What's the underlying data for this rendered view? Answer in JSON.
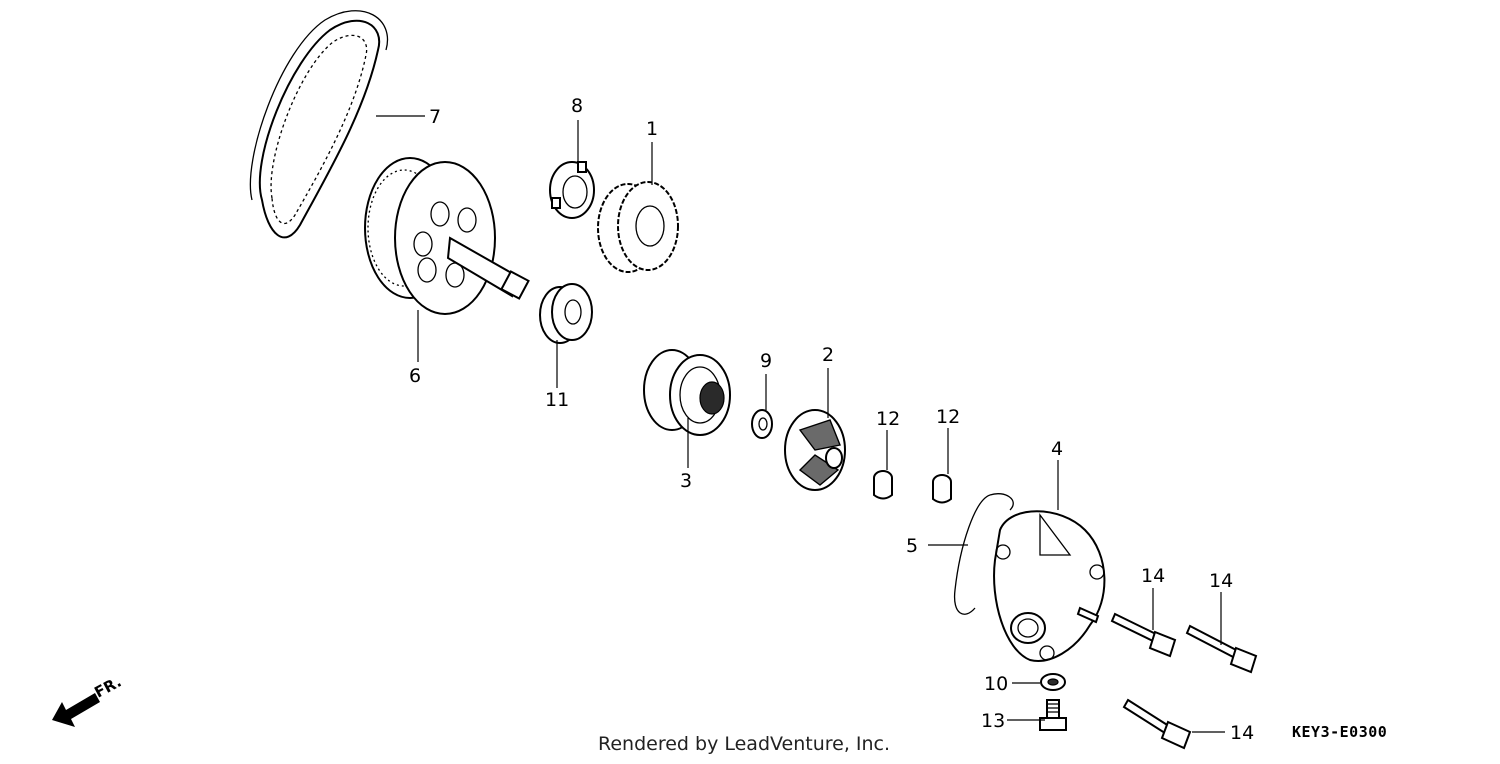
{
  "parts": [
    {
      "ref": "1"
    },
    {
      "ref": "2"
    },
    {
      "ref": "3"
    },
    {
      "ref": "4"
    },
    {
      "ref": "5"
    },
    {
      "ref": "6"
    },
    {
      "ref": "7"
    },
    {
      "ref": "8"
    },
    {
      "ref": "9"
    },
    {
      "ref": "10"
    },
    {
      "ref": "11"
    },
    {
      "ref": "12a",
      "label": "12"
    },
    {
      "ref": "12b",
      "label": "12"
    },
    {
      "ref": "13"
    },
    {
      "ref": "14a",
      "label": "14"
    },
    {
      "ref": "14b",
      "label": "14"
    },
    {
      "ref": "14c",
      "label": "14"
    }
  ],
  "labels": {
    "p1": "1",
    "p2": "2",
    "p3": "3",
    "p4": "4",
    "p5": "5",
    "p6": "6",
    "p7": "7",
    "p8": "8",
    "p9": "9",
    "p10": "10",
    "p11": "11",
    "p12a": "12",
    "p12b": "12",
    "p13": "13",
    "p14a": "14",
    "p14b": "14",
    "p14c": "14"
  },
  "direction_label": "FR.",
  "footer_credit": "Rendered by LeadVenture, Inc.",
  "diagram_code": "KEY3-E0300"
}
